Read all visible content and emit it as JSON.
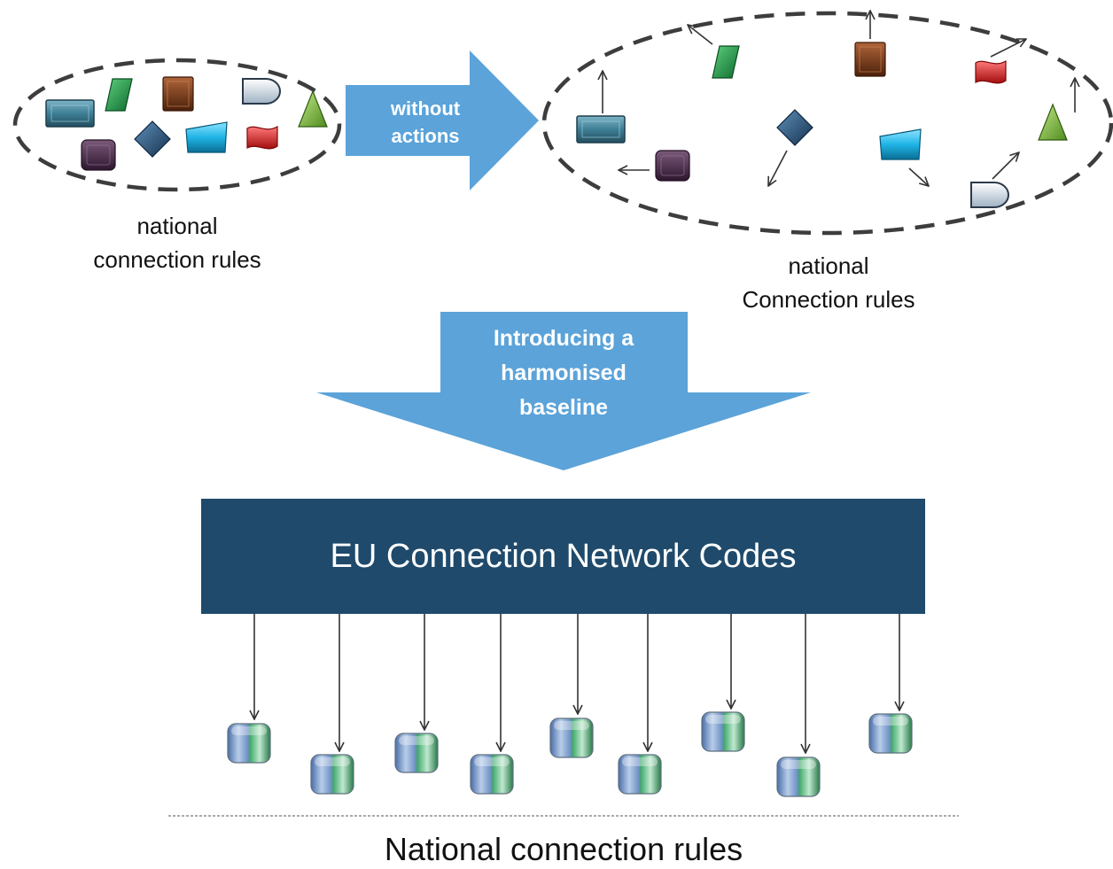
{
  "top_arrow": {
    "line1": "without",
    "line2": "actions"
  },
  "left_cluster": {
    "label_line1": "national",
    "label_line2": "connection rules"
  },
  "right_cluster": {
    "label_line1": "national",
    "label_line2": "Connection rules"
  },
  "down_arrow": {
    "line1": "Introducing a",
    "line2": "harmonised",
    "line3": "baseline"
  },
  "eu_box": {
    "label": "EU Connection Network Codes"
  },
  "bottom": {
    "label": "National connection rules"
  },
  "colors": {
    "arrow_fill": "#5ba3d9",
    "eu_box": "#1f4a6b",
    "teal_rect": "#3e7f96",
    "green_para": "#1f9a4a",
    "brown_square": "#7a3a16",
    "purple_square": "#4a2a4a",
    "navy_diamond": "#26527a",
    "cyan_trap": "#1fb4e6",
    "red_flag": "#dd1f1f",
    "lime_triangle": "#7cb83a",
    "white_bullet": "#dfe8f0",
    "module_blue": "#6c8fc2",
    "module_green": "#3fa86a"
  },
  "icons": [
    "teal-rectangle-icon",
    "green-parallelogram-icon",
    "brown-square-icon",
    "white-bullet-icon",
    "lime-triangle-icon",
    "purple-square-icon",
    "navy-diamond-icon",
    "cyan-trapezoid-icon",
    "red-flag-icon",
    "module-cube-icon"
  ],
  "module_count": 9
}
